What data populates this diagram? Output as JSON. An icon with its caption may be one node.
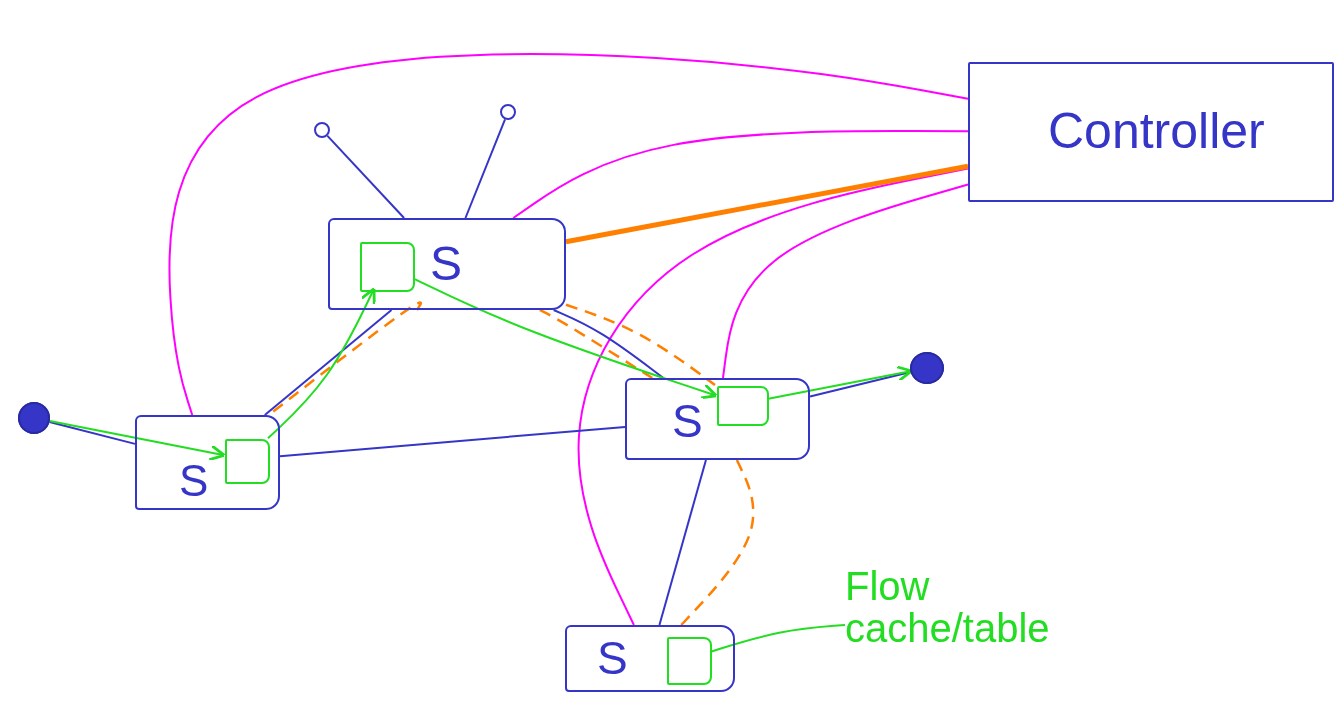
{
  "diagram": {
    "nodes": [
      {
        "text": [
          "Controller"
        ]
      },
      {
        "text": [
          "S"
        ]
      },
      {
        "text": [],
        "shape": "box",
        "in": 1
      },
      {
        "text": [
          "S"
        ]
      },
      {
        "text": [],
        "shape": "box",
        "in": 3
      },
      {
        "text": [
          "S"
        ]
      },
      {
        "text": [],
        "shape": "box",
        "in": 5
      },
      {
        "text": [
          "S"
        ]
      },
      {
        "text": [],
        "shape": "box",
        "in": 7
      },
      {
        "text": [
          "Flow cache/table"
        ]
      },
      {
        "text": [],
        "shape": "circle"
      },
      {
        "text": [],
        "shape": "circle"
      },
      {
        "text": [],
        "shape": "circle"
      },
      {
        "text": [],
        "shape": "circle"
      }
    ],
    "edges": [
      {
        "from": 0,
        "to": 3,
        "arrow": "none",
        "color": "#ff00ff"
      },
      {
        "from": 0,
        "to": 1,
        "arrow": "none",
        "color": "#ff00ff"
      },
      {
        "from": 0,
        "to": 5,
        "arrow": "none",
        "color": "#ff00ff"
      },
      {
        "from": 0,
        "to": 7,
        "arrow": "none",
        "color": "#ff00ff"
      },
      {
        "from": 0,
        "to": 1,
        "arrow": "none",
        "style": "thick",
        "color": "#ff7f00"
      },
      {
        "from": 1,
        "to": 3,
        "arrow": "none",
        "style": "dashed",
        "color": "#ff7f00"
      },
      {
        "from": 1,
        "to": 5,
        "arrow": "none",
        "style": "dashed",
        "color": "#ff7f00"
      },
      {
        "from": 1,
        "to": 6,
        "arrow": "none",
        "style": "dashed",
        "color": "#ff7f00"
      },
      {
        "from": 5,
        "to": 7,
        "arrow": "none",
        "style": "dashed",
        "color": "#ff7f00"
      },
      {
        "from": 3,
        "to": 1,
        "arrow": "none"
      },
      {
        "from": 3,
        "to": 5,
        "arrow": "none"
      },
      {
        "from": 1,
        "to": 5,
        "arrow": "none"
      },
      {
        "from": 5,
        "to": 7,
        "arrow": "none"
      },
      {
        "from": 10,
        "to": 3,
        "arrow": "none"
      },
      {
        "from": 5,
        "to": 11,
        "arrow": "none"
      },
      {
        "from": 12,
        "to": 1,
        "arrow": "none"
      },
      {
        "from": 13,
        "to": 1,
        "arrow": "none"
      },
      {
        "from": 10,
        "to": 4,
        "arrow": "to",
        "color": "#22dd22"
      },
      {
        "from": 4,
        "to": 2,
        "arrow": "to",
        "color": "#22dd22"
      },
      {
        "from": 2,
        "to": 6,
        "arrow": "to",
        "color": "#22dd22"
      },
      {
        "from": 6,
        "to": 11,
        "arrow": "to",
        "color": "#22dd22"
      },
      {
        "from": 9,
        "to": 8,
        "arrow": "none",
        "color": "#22dd22"
      }
    ]
  }
}
